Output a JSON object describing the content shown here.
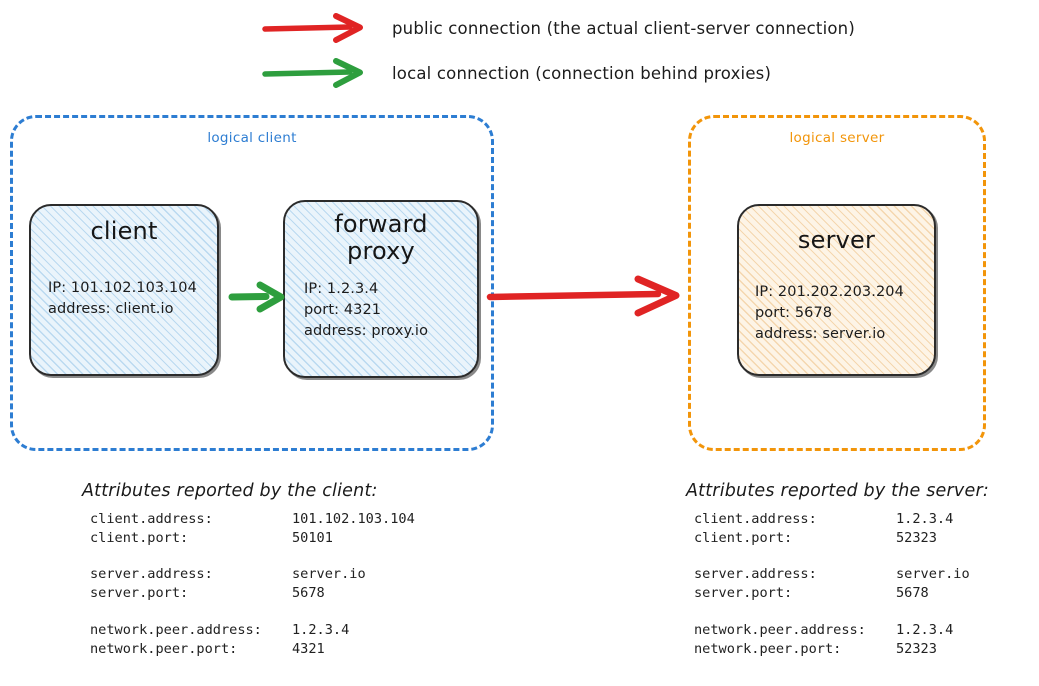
{
  "legend": {
    "items": [
      {
        "icon": "red-arrow-icon",
        "color": "#e02424",
        "label": "public connection (the actual client-server connection)"
      },
      {
        "icon": "green-arrow-icon",
        "color": "#2e9e3e",
        "label": "local connection (connection behind proxies)"
      }
    ]
  },
  "groups": {
    "client": {
      "label": "logical client",
      "color": "#2d7dd2"
    },
    "server": {
      "label": "logical server",
      "color": "#f2950a"
    }
  },
  "nodes": {
    "client": {
      "title": "client",
      "lines": [
        "IP: 101.102.103.104",
        "address: client.io"
      ]
    },
    "forward_proxy": {
      "title_line1": "forward",
      "title_line2": "proxy",
      "lines": [
        "IP: 1.2.3.4",
        "port: 4321",
        "address: proxy.io"
      ]
    },
    "server": {
      "title": "server",
      "lines": [
        "IP: 201.202.203.204",
        "port: 5678",
        "address: server.io"
      ]
    }
  },
  "connections": {
    "local": {
      "name": "green-arrow-icon",
      "color": "#2e9e3e"
    },
    "public": {
      "name": "red-arrow-icon",
      "color": "#e02424"
    }
  },
  "attributes": {
    "client_panel": {
      "heading": "Attributes reported by the client:",
      "groups": [
        [
          {
            "key": "client.address:",
            "value": "101.102.103.104"
          },
          {
            "key": "client.port:",
            "value": "50101"
          }
        ],
        [
          {
            "key": "server.address:",
            "value": "server.io"
          },
          {
            "key": "server.port:",
            "value": "5678"
          }
        ],
        [
          {
            "key": "network.peer.address:",
            "value": "1.2.3.4"
          },
          {
            "key": "network.peer.port:",
            "value": "4321"
          }
        ]
      ]
    },
    "server_panel": {
      "heading": "Attributes reported by the server:",
      "groups": [
        [
          {
            "key": "client.address:",
            "value": "1.2.3.4"
          },
          {
            "key": "client.port:",
            "value": "52323"
          }
        ],
        [
          {
            "key": "server.address:",
            "value": "server.io"
          },
          {
            "key": "server.port:",
            "value": "5678"
          }
        ],
        [
          {
            "key": "network.peer.address:",
            "value": "1.2.3.4"
          },
          {
            "key": "network.peer.port:",
            "value": "52323"
          }
        ]
      ]
    }
  }
}
